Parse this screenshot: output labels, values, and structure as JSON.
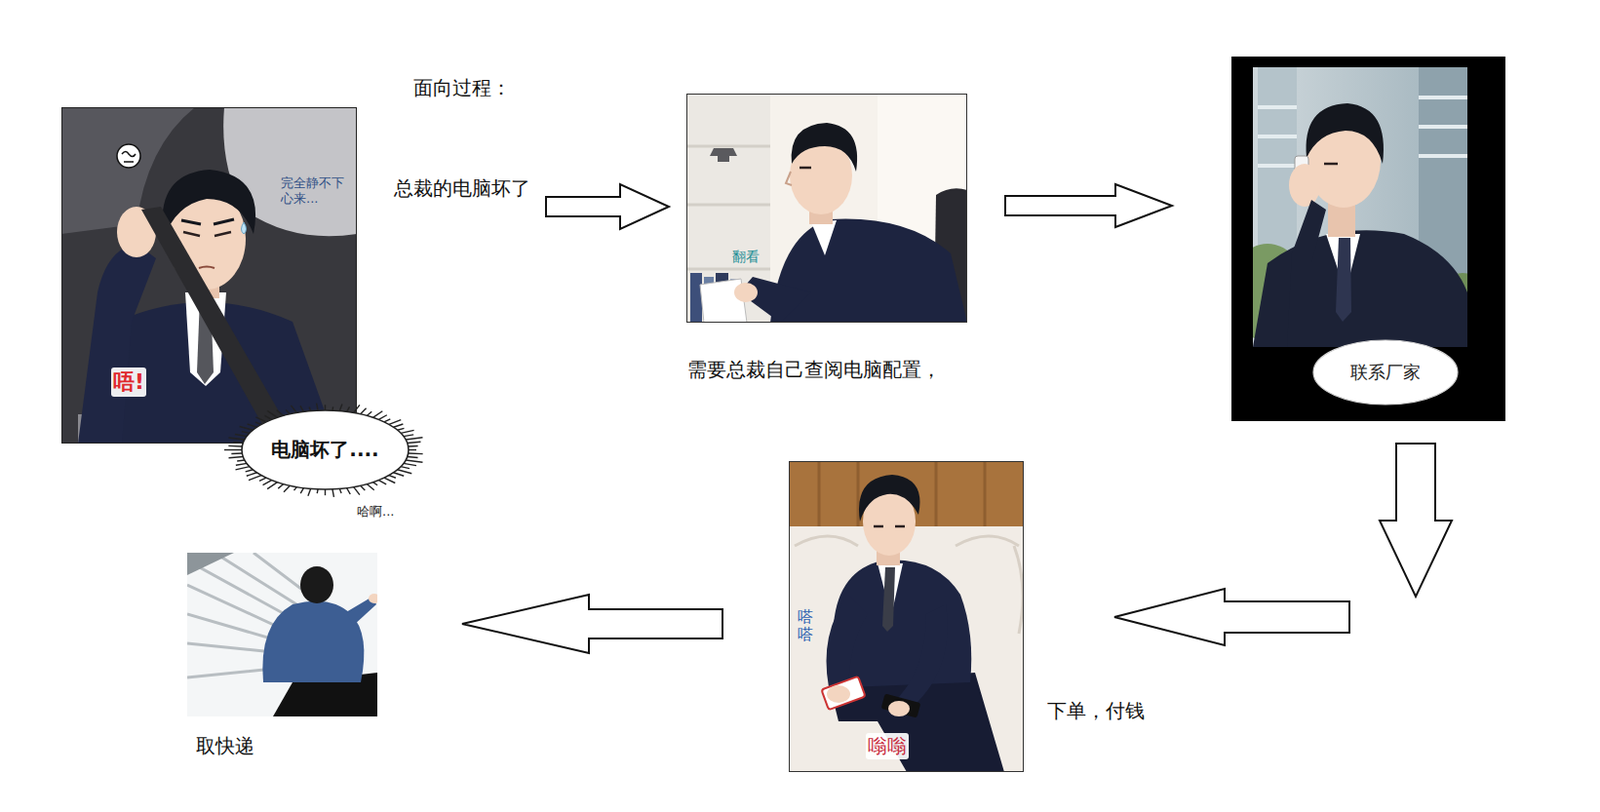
{
  "diagram": {
    "title": "面向过程：",
    "nodes": [
      {
        "text": [
          "总裁的电脑坏了",
          "完全静不下 心来...",
          "唔!",
          "哈啊..."
        ]
      },
      {
        "text": [
          "电脑坏了...."
        ],
        "in": 0
      },
      {
        "text": [
          "翻看",
          "需要总裁自己查阅电脑配置，"
        ]
      },
      {
        "text": []
      },
      {
        "text": [
          "联系厂家"
        ],
        "in": 3
      },
      {
        "text": [
          "嗒嗒",
          "嗡嗡",
          "下单，付钱"
        ]
      },
      {
        "text": [
          "取快递"
        ]
      }
    ],
    "edges": [
      {
        "from": 0,
        "to": 2,
        "arrow": "to"
      },
      {
        "from": 2,
        "to": 3,
        "arrow": "to"
      },
      {
        "from": 3,
        "to": 5,
        "arrow": "to"
      },
      {
        "from": 5,
        "to": 6,
        "arrow": "to"
      }
    ]
  }
}
